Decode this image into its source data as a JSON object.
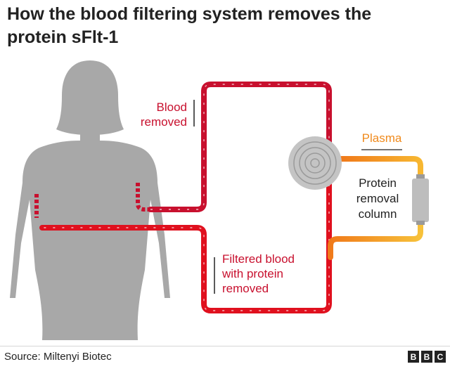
{
  "title": "How the blood filtering system removes the protein sFlt-1",
  "labels": {
    "blood_removed_line1": "Blood",
    "blood_removed_line2": "removed",
    "plasma": "Plasma",
    "column_line1": "Protein",
    "column_line2": "removal",
    "column_line3": "column",
    "filtered_line1": "Filtered blood",
    "filtered_line2": "with protein",
    "filtered_line3": "removed"
  },
  "source": "Source: Miltenyi Biotec",
  "logo": [
    "B",
    "B",
    "C"
  ],
  "colors": {
    "blood": "#c8102e",
    "plasma": "#f5a623",
    "plasma_text": "#f08a1c",
    "body": "#a8a8a8",
    "text": "#222222"
  }
}
